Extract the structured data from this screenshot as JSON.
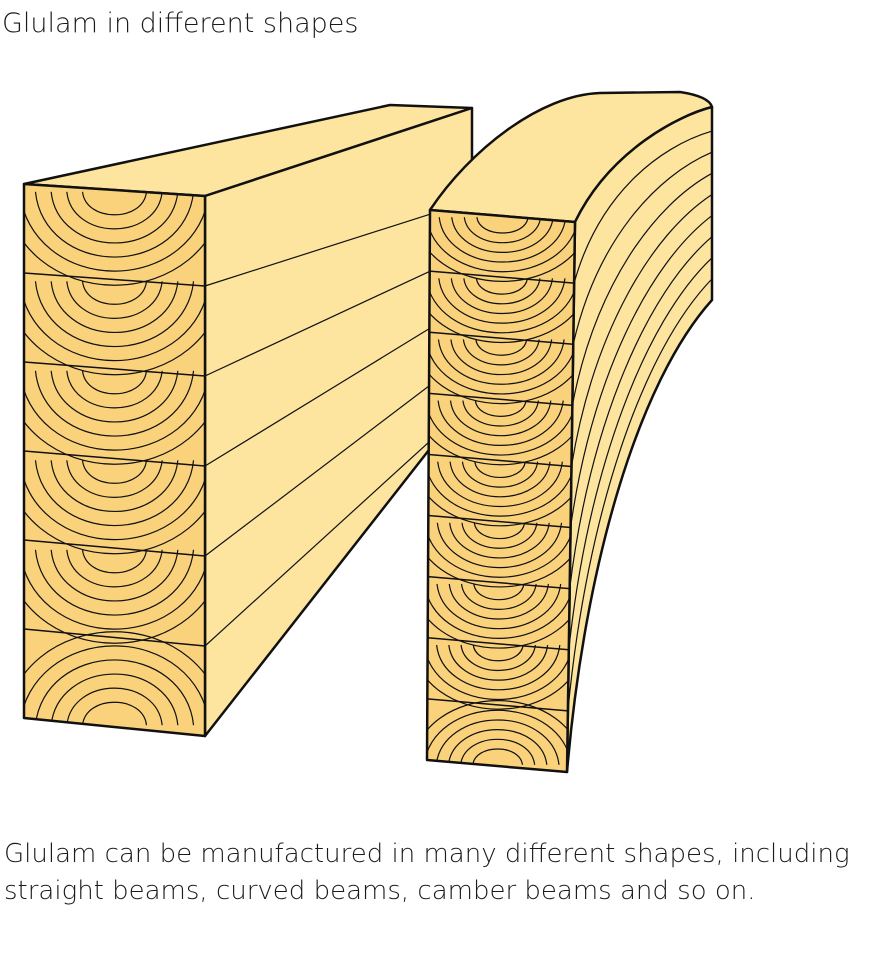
{
  "title": "Glulam in different shapes",
  "caption": "Glulam can be manufactured in many different shapes, including straight beams, curved beams, camber beams and so on.",
  "colors": {
    "face": "#FDE59F",
    "end_grain": "#FAD27C",
    "stroke": "#111111"
  },
  "beams": [
    {
      "name": "straight beam",
      "laminations": 6
    },
    {
      "name": "curved beam",
      "laminations": 9
    }
  ]
}
